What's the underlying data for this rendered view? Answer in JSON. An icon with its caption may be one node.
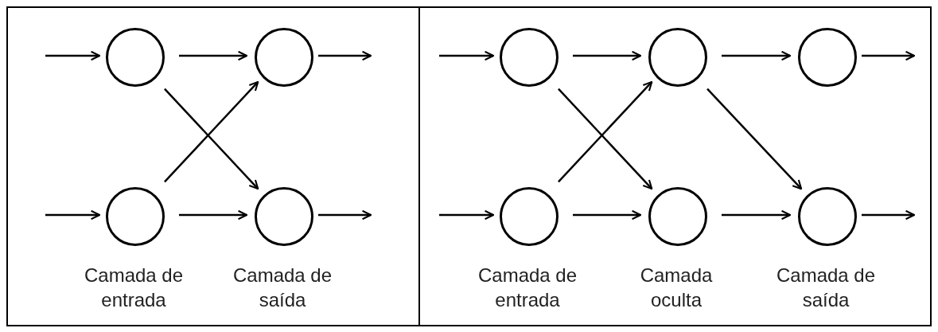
{
  "diagram": {
    "nodes": [
      {
        "text": [],
        "shape": "box"
      },
      {
        "text": [],
        "shape": "box"
      },
      {
        "text": [],
        "shape": "circle",
        "in": 0
      },
      {
        "text": [],
        "shape": "circle",
        "in": 0
      },
      {
        "text": [],
        "shape": "circle",
        "in": 0
      },
      {
        "text": [],
        "shape": "circle",
        "in": 0
      },
      {
        "text": [],
        "shape": "circle",
        "in": 1
      },
      {
        "text": [],
        "shape": "circle",
        "in": 1
      },
      {
        "text": [],
        "shape": "circle",
        "in": 1
      },
      {
        "text": [],
        "shape": "circle",
        "in": 1
      },
      {
        "text": [],
        "shape": "circle",
        "in": 1
      },
      {
        "text": [],
        "shape": "circle",
        "in": 1
      }
    ],
    "edges": [
      {
        "from": null,
        "to": 2,
        "arrow": "to"
      },
      {
        "from": null,
        "to": 3,
        "arrow": "to"
      },
      {
        "from": 2,
        "to": 4,
        "arrow": "to"
      },
      {
        "from": 2,
        "to": 5,
        "arrow": "to"
      },
      {
        "from": 3,
        "to": 4,
        "arrow": "to"
      },
      {
        "from": 3,
        "to": 5,
        "arrow": "to"
      },
      {
        "from": 4,
        "to": null,
        "arrow": "to"
      },
      {
        "from": 5,
        "to": null,
        "arrow": "to"
      },
      {
        "from": null,
        "to": 6,
        "arrow": "to"
      },
      {
        "from": null,
        "to": 7,
        "arrow": "to"
      },
      {
        "from": 6,
        "to": 8,
        "arrow": "to"
      },
      {
        "from": 6,
        "to": 9,
        "arrow": "to"
      },
      {
        "from": 7,
        "to": 8,
        "arrow": "to"
      },
      {
        "from": 7,
        "to": 9,
        "arrow": "to"
      },
      {
        "from": 8,
        "to": 10,
        "arrow": "to"
      },
      {
        "from": 8,
        "to": 11,
        "arrow": "to"
      },
      {
        "from": 9,
        "to": 11,
        "arrow": "to"
      },
      {
        "from": 10,
        "to": null,
        "arrow": "to"
      },
      {
        "from": 11,
        "to": null,
        "arrow": "to"
      }
    ],
    "labels": [
      "Camada de entrada",
      "Camada de saída",
      "Camada de entrada",
      "Camada oculta",
      "Camada de saída"
    ]
  }
}
